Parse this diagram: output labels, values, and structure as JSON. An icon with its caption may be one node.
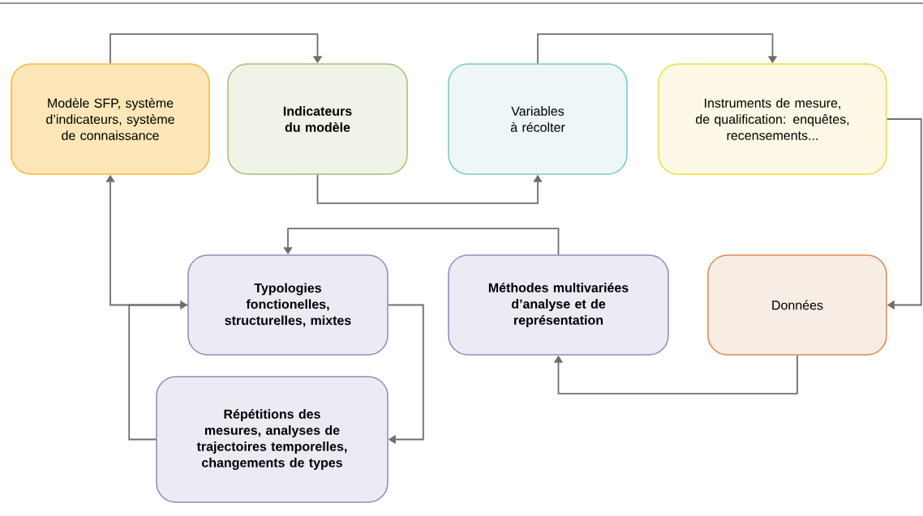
{
  "diagram": {
    "nodes": [
      {
        "text": [
          "Modèle SFP, système d’indicateurs, système de connaissance"
        ]
      },
      {
        "text": [
          "Indicateurs du modèle"
        ]
      },
      {
        "text": [
          "Variables à récolter"
        ]
      },
      {
        "text": [
          "Instruments de mesure, de qualification: enquêtes, recensements..."
        ]
      },
      {
        "text": [
          "Données"
        ]
      },
      {
        "text": [
          "Typologies fonctionelles, structurelles, mixtes"
        ]
      },
      {
        "text": [
          "Méthodes multivariées d’analyse et de représentation"
        ]
      },
      {
        "text": [
          "Répétitions des mesures, analyses de trajectoires temporelles, changements de types"
        ]
      }
    ],
    "edges": [
      {
        "from": 0,
        "to": 1,
        "arrow": "to"
      },
      {
        "from": 1,
        "to": 2,
        "arrow": "to"
      },
      {
        "from": 2,
        "to": 3,
        "arrow": "to"
      },
      {
        "from": 3,
        "to": 4,
        "arrow": "to"
      },
      {
        "from": 4,
        "to": 6,
        "arrow": "to"
      },
      {
        "from": 6,
        "to": 5,
        "arrow": "to"
      },
      {
        "from": 5,
        "to": 0,
        "arrow": "to"
      },
      {
        "from": 5,
        "to": 7,
        "arrow": "to"
      },
      {
        "from": 7,
        "to": 5,
        "arrow": "to"
      }
    ]
  }
}
